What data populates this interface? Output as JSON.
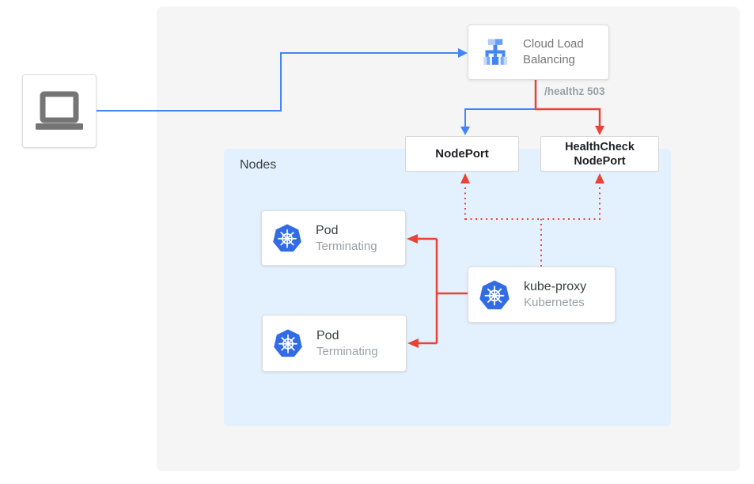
{
  "colors": {
    "traffic_blue": "#4285f4",
    "health_red": "#ea4335",
    "outer_panel_bg": "#f5f5f6",
    "nodes_panel_bg": "#e3f0fd",
    "kubernetes_blue": "#326ce5",
    "card_title_text": "#3c4043",
    "muted_text": "#9aa0a6",
    "clb_text": "#757575",
    "port_text": "#202124"
  },
  "nodes_panel": {
    "label": "Nodes"
  },
  "client": {
    "icon": "laptop-icon"
  },
  "cloud_load_balancing": {
    "label": "Cloud Load Balancing",
    "icon": "cloud-load-balancing-icon"
  },
  "healthz": {
    "label": "/healthz 503"
  },
  "nodeport": {
    "label": "NodePort"
  },
  "healthcheck_nodeport": {
    "label": "HealthCheck NodePort"
  },
  "pods": [
    {
      "title": "Pod",
      "status": "Terminating",
      "icon": "kubernetes-icon"
    },
    {
      "title": "Pod",
      "status": "Terminating",
      "icon": "kubernetes-icon"
    }
  ],
  "kube_proxy": {
    "title": "kube-proxy",
    "subtitle": "Kubernetes",
    "icon": "kubernetes-icon"
  },
  "edges": [
    {
      "from": "client",
      "to": "cloud-load-balancing",
      "style": "solid",
      "color": "blue"
    },
    {
      "from": "cloud-load-balancing",
      "to": "nodeport",
      "style": "solid",
      "color": "blue"
    },
    {
      "from": "cloud-load-balancing",
      "to": "healthcheck-nodeport",
      "style": "solid",
      "color": "red",
      "label": "/healthz 503"
    },
    {
      "from": "kube-proxy",
      "to": "nodeport",
      "style": "dotted",
      "color": "red"
    },
    {
      "from": "kube-proxy",
      "to": "healthcheck-nodeport",
      "style": "dotted",
      "color": "red"
    },
    {
      "from": "kube-proxy",
      "to": "pod-1",
      "style": "solid",
      "color": "red"
    },
    {
      "from": "kube-proxy",
      "to": "pod-2",
      "style": "solid",
      "color": "red"
    }
  ]
}
